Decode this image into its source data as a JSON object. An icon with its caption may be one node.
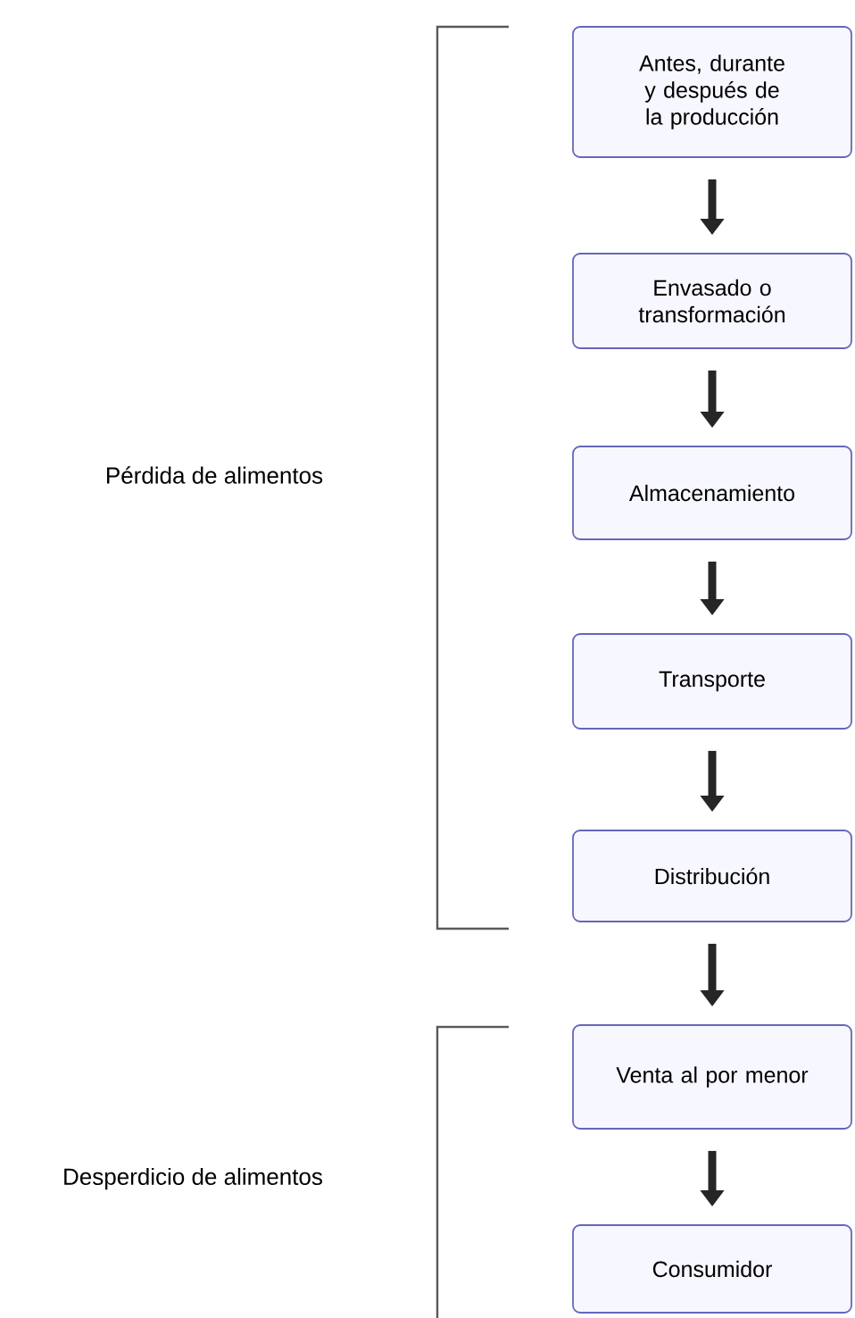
{
  "diagram": {
    "nodes": [
      {
        "text": [
          "Antes, durante y después de la producción"
        ]
      },
      {
        "text": [
          "Envasado o transformación"
        ]
      },
      {
        "text": [
          "Almacenamiento"
        ]
      },
      {
        "text": [
          "Transporte"
        ]
      },
      {
        "text": [
          "Distribución"
        ]
      },
      {
        "text": [
          "Venta al por menor"
        ]
      },
      {
        "text": [
          "Consumidor"
        ]
      }
    ],
    "edges": [
      {
        "from": 0,
        "to": 1,
        "arrow": "to"
      },
      {
        "from": 1,
        "to": 2,
        "arrow": "to"
      },
      {
        "from": 2,
        "to": 3,
        "arrow": "to"
      },
      {
        "from": 3,
        "to": 4,
        "arrow": "to"
      },
      {
        "from": 4,
        "to": 5,
        "arrow": "to"
      },
      {
        "from": 5,
        "to": 6,
        "arrow": "to"
      }
    ],
    "labels": [
      "Pérdida de alimentos",
      "Desperdicio de alimentos"
    ]
  }
}
